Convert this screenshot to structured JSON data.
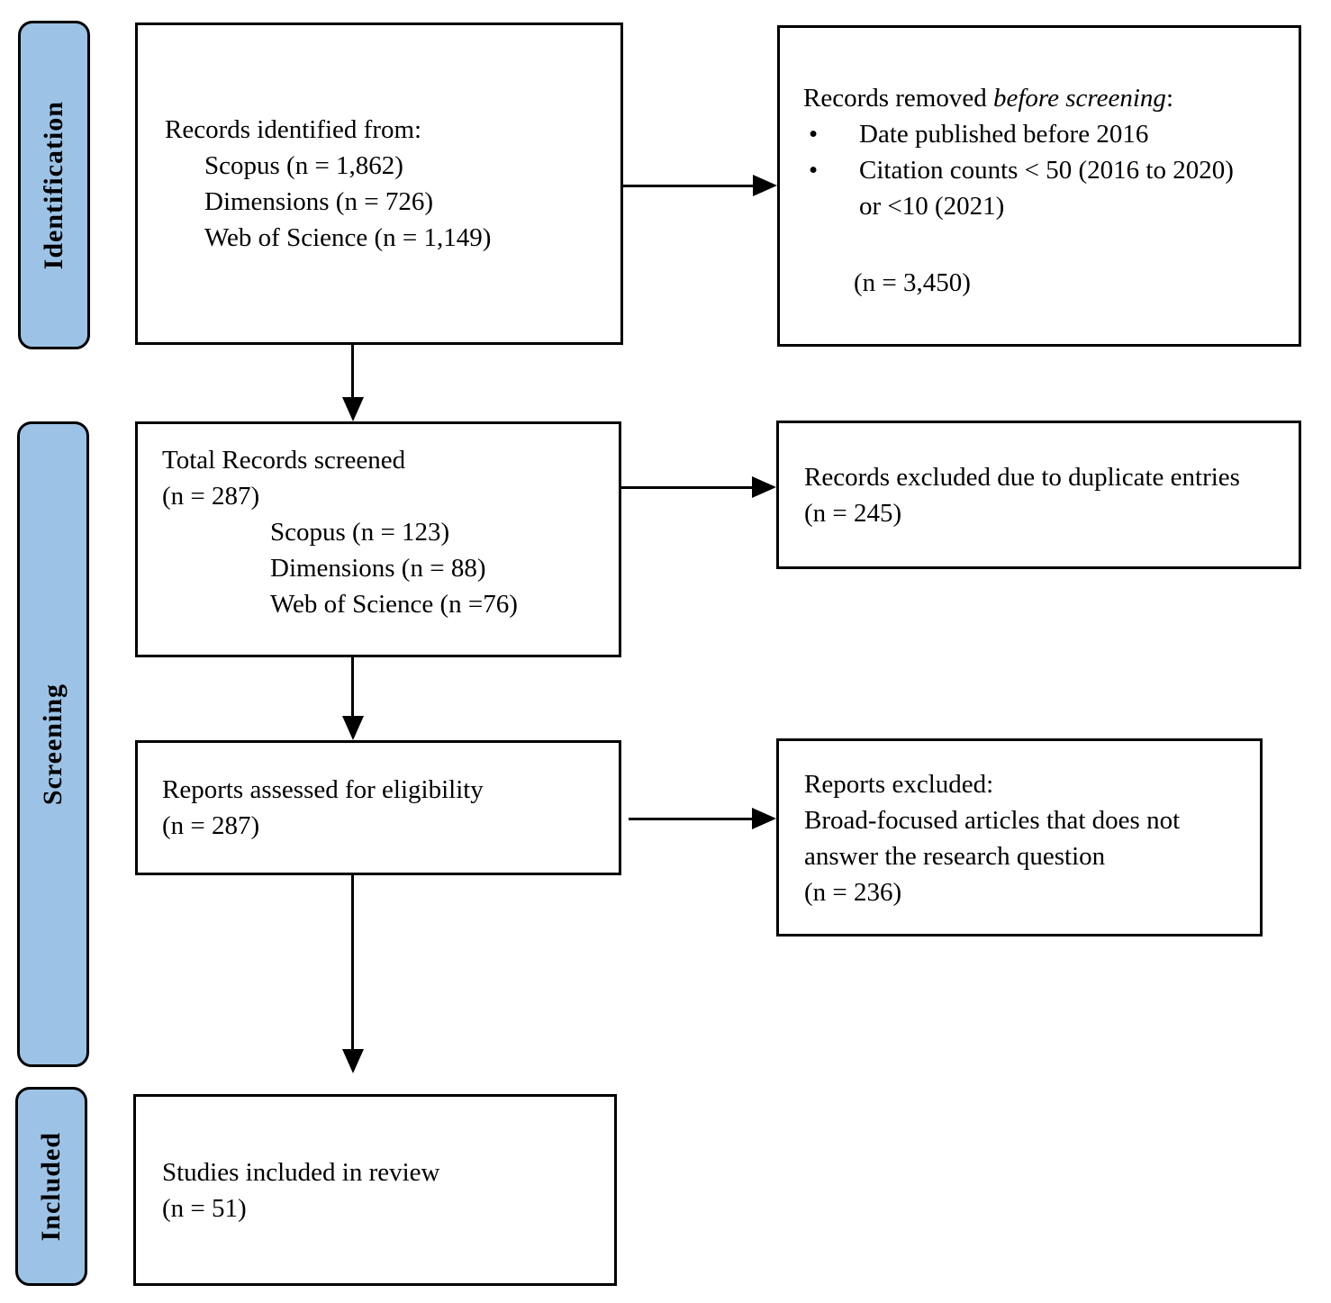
{
  "diagram": {
    "stages": [
      {
        "label": "Identification"
      },
      {
        "label": "Screening"
      },
      {
        "label": "Included"
      }
    ],
    "boxes": {
      "identified": {
        "title": "Records identified from:",
        "items": [
          "Scopus (n = 1,862)",
          "Dimensions (n = 726)",
          "Web of Science (n = 1,149)"
        ]
      },
      "removed": {
        "title_prefix": "Records removed ",
        "title_italic": "before screening",
        "title_suffix": ":",
        "bullets": [
          "Date published before 2016",
          "Citation counts < 50 (2016 to 2020) or <10 (2021)"
        ],
        "count": "(n = 3,450)"
      },
      "screened": {
        "title": "Total Records screened",
        "count": "(n = 287)",
        "items": [
          "Scopus (n = 123)",
          "Dimensions (n = 88)",
          "Web of Science (n =76)"
        ]
      },
      "duplicates": {
        "text": "Records excluded due to duplicate entries (n = 245)"
      },
      "assessed": {
        "title": "Reports assessed for eligibility",
        "count": "(n = 287)"
      },
      "excluded": {
        "title": "Reports excluded:",
        "reason": "Broad-focused articles that does not answer the research question",
        "count": "(n = 236)"
      },
      "included": {
        "title": "Studies included in review",
        "count": "(n = 51)"
      }
    },
    "colors": {
      "stage_fill": "#9CC3E6",
      "border": "#000000"
    }
  }
}
